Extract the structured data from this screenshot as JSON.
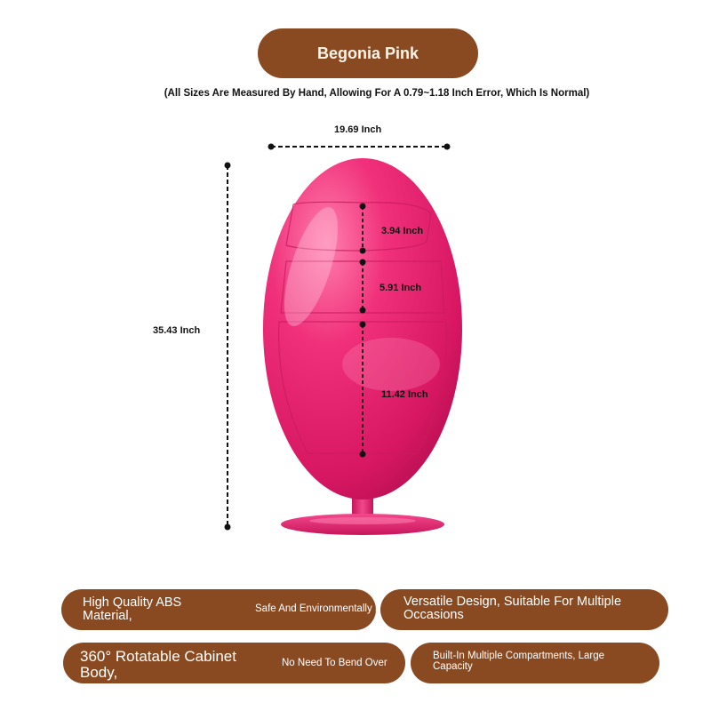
{
  "title": "Begonia Pink",
  "note": "(All Sizes Are Measured By Hand, Allowing For A 0.79~1.18 Inch Error, Which Is Normal)",
  "dimensions": {
    "width": "19.69 Inch",
    "height": "35.43 Inch",
    "drawer_top": "3.94 Inch",
    "drawer_middle": "5.91 Inch",
    "drawer_bottom": "11.42 Inch"
  },
  "colors": {
    "pill": "#8a4a21",
    "product": "#e7246b"
  },
  "features": {
    "abs_material": "High Quality ABS Material,",
    "eco_friendly": "Safe And Environmentally Friendly",
    "versatile": "Versatile Design, Suitable For Multiple Occasions",
    "rotatable": "360° Rotatable Cabinet Body,",
    "no_bend": "No Need To Bend Over",
    "compartments": "Built-In Multiple Compartments, Large Capacity"
  }
}
